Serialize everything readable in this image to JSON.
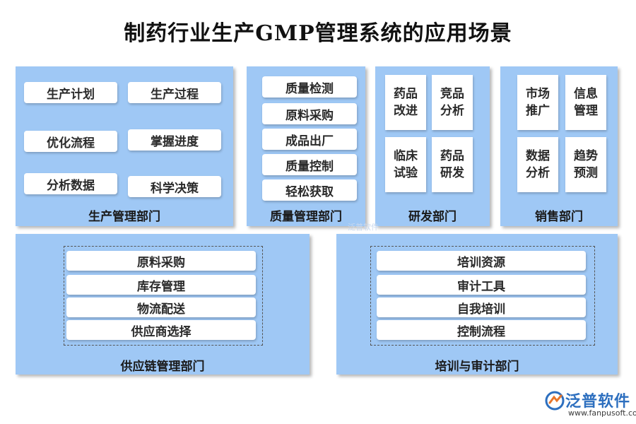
{
  "title": "制药行业生产GMP管理系统的应用场景",
  "production": {
    "label": "生产管理部门",
    "items": [
      "生产计划",
      "生产过程",
      "优化流程",
      "掌握进度",
      "分析数据",
      "科学决策"
    ]
  },
  "quality": {
    "label": "质量管理部门",
    "items": [
      "质量检测",
      "原料采购",
      "成品出厂",
      "质量控制",
      "轻松获取"
    ]
  },
  "rnd": {
    "label": "研发部门",
    "tiles": [
      [
        "药品",
        "改进"
      ],
      [
        "竞品",
        "分析"
      ],
      [
        "临床",
        "试验"
      ],
      [
        "药品",
        "研发"
      ]
    ]
  },
  "sales": {
    "label": "销售部门",
    "tiles": [
      [
        "市场",
        "推广"
      ],
      [
        "信息",
        "管理"
      ],
      [
        "数据",
        "分析"
      ],
      [
        "趋势",
        "预测"
      ]
    ]
  },
  "supply": {
    "label": "供应链管理部门",
    "items": [
      "原料采购",
      "库存管理",
      "物流配送",
      "供应商选择"
    ]
  },
  "training": {
    "label": "培训与审计部门",
    "items": [
      "培训资源",
      "审计工具",
      "自我培训",
      "控制流程"
    ]
  },
  "watermark": "泛普软件",
  "logo": {
    "name": "泛普软件",
    "url": "www.fanpusoft.com",
    "color": "#2d6fbf"
  },
  "colors": {
    "panel": "#9fc8f5",
    "card": "#ffffff"
  }
}
